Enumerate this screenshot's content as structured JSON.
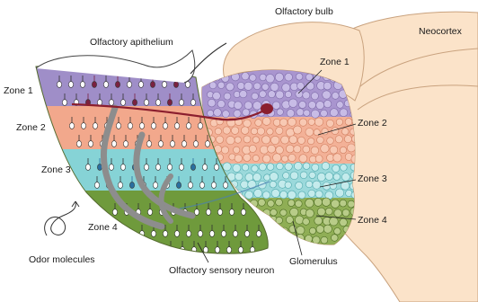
{
  "labels": {
    "olfactory_bulb": "Olfactory bulb",
    "neocortex": "Neocortex",
    "olfactory_epithelium": "Olfactory apithelium",
    "epithelium_zone_1": "Zone 1",
    "epithelium_zone_2": "Zone 2",
    "epithelium_zone_3": "Zone 3",
    "epithelium_zone_4": "Zone 4",
    "bulb_zone_1": "Zone 1",
    "bulb_zone_2": "Zone 2",
    "bulb_zone_3": "Zone 3",
    "bulb_zone_4": "Zone 4",
    "glomerulus": "Glomerulus",
    "odor_molecules": "Odor molecules",
    "sensory_neuron": "Olfactory sensory neuron"
  },
  "colors": {
    "zone_1": "#9f8ec8",
    "zone_2": "#f2a88c",
    "zone_3": "#86d3d6",
    "zone_4": "#6f9a3c",
    "brain": "#fbe3c9",
    "brain_outline": "#c9a27e",
    "receptor_zone_1": "#7a2140",
    "receptor_zone_3": "#2a6fa0",
    "axon_zone_1": "#8b1e2e"
  }
}
